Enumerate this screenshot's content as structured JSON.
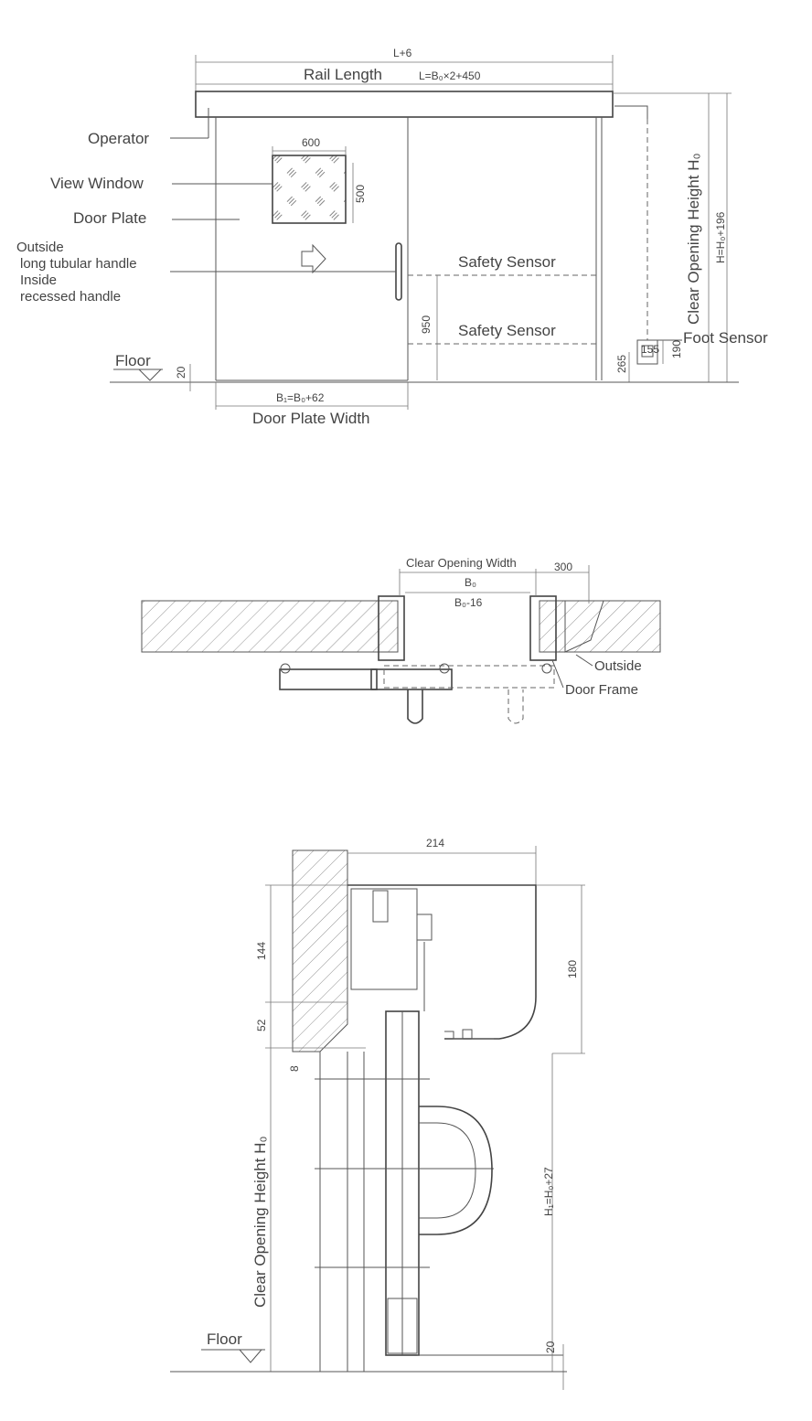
{
  "elevation": {
    "labels": {
      "l_plus_6": "L+6",
      "rail_length": "Rail Length",
      "rail_formula": "L=B₀×2+450",
      "operator": "Operator",
      "view_window": "View Window",
      "door_plate": "Door Plate",
      "handle_1": "Outside",
      "handle_2": "long tubular handle",
      "handle_3": "Inside",
      "handle_4": "recessed handle",
      "safety_sensor_top": "Safety Sensor",
      "safety_sensor_bottom": "Safety Sensor",
      "clear_opening_height": "Clear Opening Height H₀",
      "h_formula": "H=H₀+196",
      "foot_sensor": "Foot Sensor",
      "floor": "Floor",
      "door_plate_width_formula": "B₁=B₀+62",
      "door_plate_width": "Door Plate Width"
    },
    "dims": {
      "window_w": "600",
      "window_h": "500",
      "sensor_h": "950",
      "floor_gap": "20",
      "foot_h": "265",
      "foot_box_h": "190",
      "foot_box_w": "155"
    }
  },
  "plan": {
    "labels": {
      "clear_opening_width": "Clear Opening Width",
      "b0": "B₀",
      "b0_minus": "B₀-16",
      "dim_300": "300",
      "outside": "Outside",
      "door_frame": "Door Frame"
    }
  },
  "section": {
    "labels": {
      "d214": "214",
      "d144": "144",
      "d180": "180",
      "d52": "52",
      "d8": "8",
      "clear_opening_height": "Clear Opening Height  H₀",
      "h1_formula": "H₁=H₀+27",
      "d20": "20",
      "floor": "Floor"
    }
  }
}
